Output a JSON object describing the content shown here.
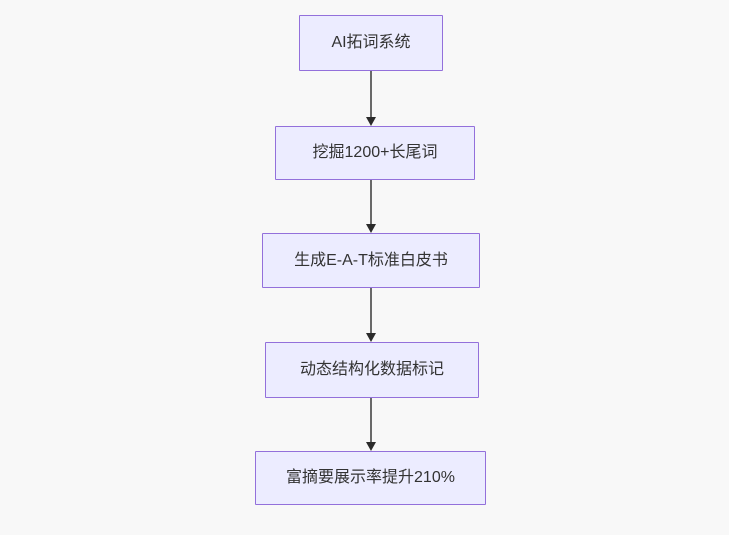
{
  "diagram": {
    "type": "flowchart",
    "direction": "top-down",
    "nodes": [
      {
        "id": "n1",
        "label": "AI拓词系统"
      },
      {
        "id": "n2",
        "label": "挖掘1200+长尾词"
      },
      {
        "id": "n3",
        "label": "生成E-A-T标准白皮书"
      },
      {
        "id": "n4",
        "label": "动态结构化数据标记"
      },
      {
        "id": "n5",
        "label": "富摘要展示率提升210%"
      }
    ],
    "edges": [
      {
        "from": "n1",
        "to": "n2"
      },
      {
        "from": "n2",
        "to": "n3"
      },
      {
        "from": "n3",
        "to": "n4"
      },
      {
        "from": "n4",
        "to": "n5"
      }
    ]
  },
  "colors": {
    "background": "#f8f8f8",
    "node_fill": "#ECECFF",
    "node_border": "#9370DB",
    "node_text": "#333333",
    "edge_line": "#696969",
    "arrowhead": "#2b2b2b"
  }
}
